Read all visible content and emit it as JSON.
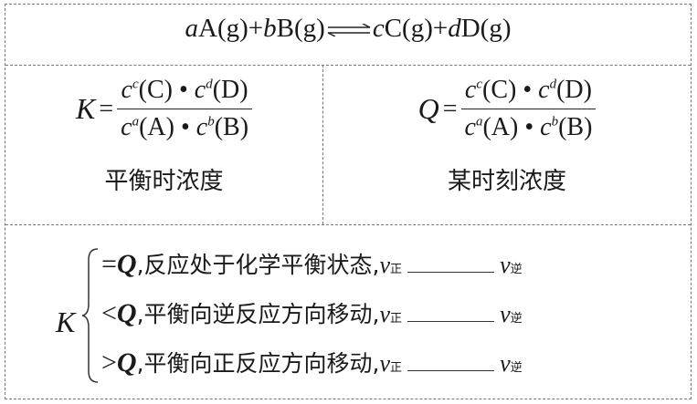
{
  "equation": {
    "a": "a",
    "A": "A(g)",
    "plus1": "+",
    "b": "b",
    "B": "B(g)",
    "c": "c",
    "C": "C(g)",
    "plus2": "+",
    "d": "d",
    "D": "D(g)",
    "arrow": "reversible-arrow"
  },
  "K_formula": {
    "lhs": "K",
    "eq": "=",
    "numerator": {
      "c1": "c",
      "e1": "c",
      "s1": "(C)",
      "dot": "•",
      "c2": "c",
      "e2": "d",
      "s2": "(D)"
    },
    "denominator": {
      "c1": "c",
      "e1": "a",
      "s1": "(A)",
      "dot": "•",
      "c2": "c",
      "e2": "b",
      "s2": "(B)"
    },
    "caption": "平衡时浓度"
  },
  "Q_formula": {
    "lhs": "Q",
    "eq": "=",
    "numerator": {
      "c1": "c",
      "e1": "c",
      "s1": "(C)",
      "dot": "•",
      "c2": "c",
      "e2": "d",
      "s2": "(D)"
    },
    "denominator": {
      "c1": "c",
      "e1": "a",
      "s1": "(A)",
      "dot": "•",
      "c2": "c",
      "e2": "b",
      "s2": "(B)"
    },
    "caption": "某时刻浓度"
  },
  "comparison": {
    "K": "K",
    "rows": [
      {
        "op": "=",
        "q": "Q",
        "text": ",反应处于化学平衡状态,",
        "v1": "v",
        "sub1": "正",
        "v2": "v",
        "sub2": "逆"
      },
      {
        "op": "<",
        "q": "Q",
        "text": ",平衡向逆反应方向移动,",
        "v1": "v",
        "sub1": "正",
        "v2": "v",
        "sub2": "逆"
      },
      {
        "op": ">",
        "q": "Q",
        "text": ",平衡向正反应方向移动,",
        "v1": "v",
        "sub1": "正",
        "v2": "v",
        "sub2": "逆"
      }
    ]
  }
}
